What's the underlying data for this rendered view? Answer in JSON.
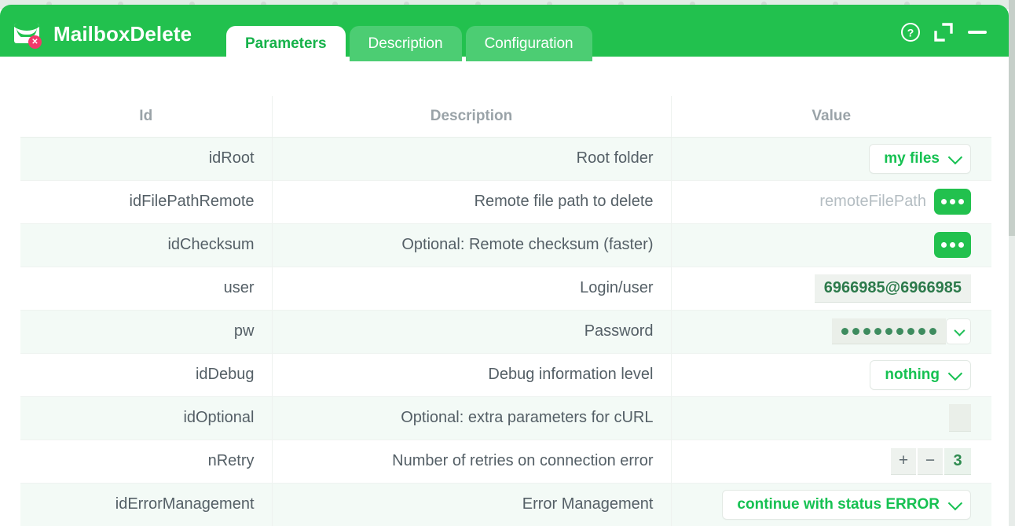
{
  "window": {
    "title": "MailboxDelete",
    "icon": "mail-delete-icon",
    "accent_green": "#22c14e",
    "tab_inactive_green": "#4ccd73",
    "link_green": "#16c152",
    "badge_color": "#f2396b"
  },
  "header_buttons": [
    {
      "name": "help-icon",
      "label": "?"
    },
    {
      "name": "restore-icon",
      "label": ""
    },
    {
      "name": "minimize-icon",
      "label": ""
    }
  ],
  "tabs": [
    {
      "label": "Parameters",
      "active": true
    },
    {
      "label": "Description",
      "active": false
    },
    {
      "label": "Configuration",
      "active": false
    }
  ],
  "table": {
    "columns": [
      "Id",
      "Description",
      "Value"
    ],
    "rows": [
      {
        "id": "idRoot",
        "description": "Root folder",
        "control": "select",
        "value": "my files"
      },
      {
        "id": "idFilePathRemote",
        "description": "Remote file path to delete",
        "control": "text-with-dots",
        "value": "",
        "placeholder": "remoteFilePath"
      },
      {
        "id": "idChecksum",
        "description": "Optional: Remote checksum (faster)",
        "control": "dots-only",
        "value": ""
      },
      {
        "id": "user",
        "description": "Login/user",
        "control": "text",
        "value": "6966985@6966985"
      },
      {
        "id": "pw",
        "description": "Password",
        "control": "password",
        "value": "•••••••••",
        "masked_count": 9
      },
      {
        "id": "idDebug",
        "description": "Debug information level",
        "control": "select",
        "value": "nothing"
      },
      {
        "id": "idOptional",
        "description": "Optional: extra parameters for cURL",
        "control": "empty-input",
        "value": ""
      },
      {
        "id": "nRetry",
        "description": "Number of retries on connection error",
        "control": "stepper",
        "value": "3",
        "plus_label": "+",
        "minus_label": "−"
      },
      {
        "id": "idErrorManagement",
        "description": "Error Management",
        "control": "select",
        "value": "continue with status ERROR"
      }
    ]
  }
}
